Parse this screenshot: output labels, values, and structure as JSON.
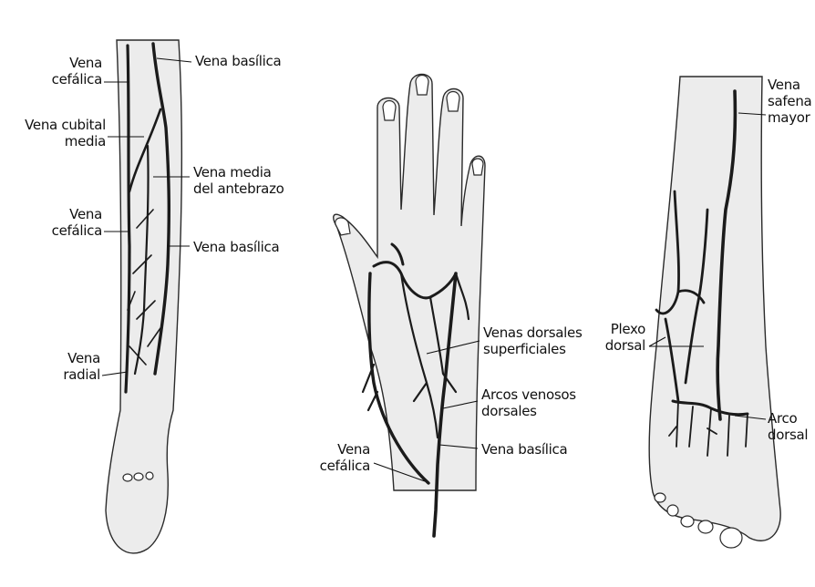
{
  "figure": {
    "arm": {
      "labels": {
        "vena_cefalica_top": "Vena\ncefálica",
        "vena_basilica_top": "Vena basílica",
        "vena_cubital_media": "Vena cubital\nmedia",
        "vena_media_antebrazo": "Vena media\ndel antebrazo",
        "vena_cefalica_mid": "Vena\ncefálica",
        "vena_basilica_mid": "Vena basílica",
        "vena_radial": "Vena\nradial"
      }
    },
    "hand": {
      "labels": {
        "venas_dorsales_superficiales": "Venas dorsales\nsuperficiales",
        "arcos_venosos_dorsales": "Arcos venosos\ndorsales",
        "vena_basilica": "Vena basílica",
        "vena_cefalica": "Vena\ncefálica"
      }
    },
    "foot": {
      "labels": {
        "vena_safena_mayor": "Vena\nsafena\nmayor",
        "plexo_dorsal": "Plexo\ndorsal",
        "arco_dorsal": "Arco\ndorsal"
      }
    }
  }
}
